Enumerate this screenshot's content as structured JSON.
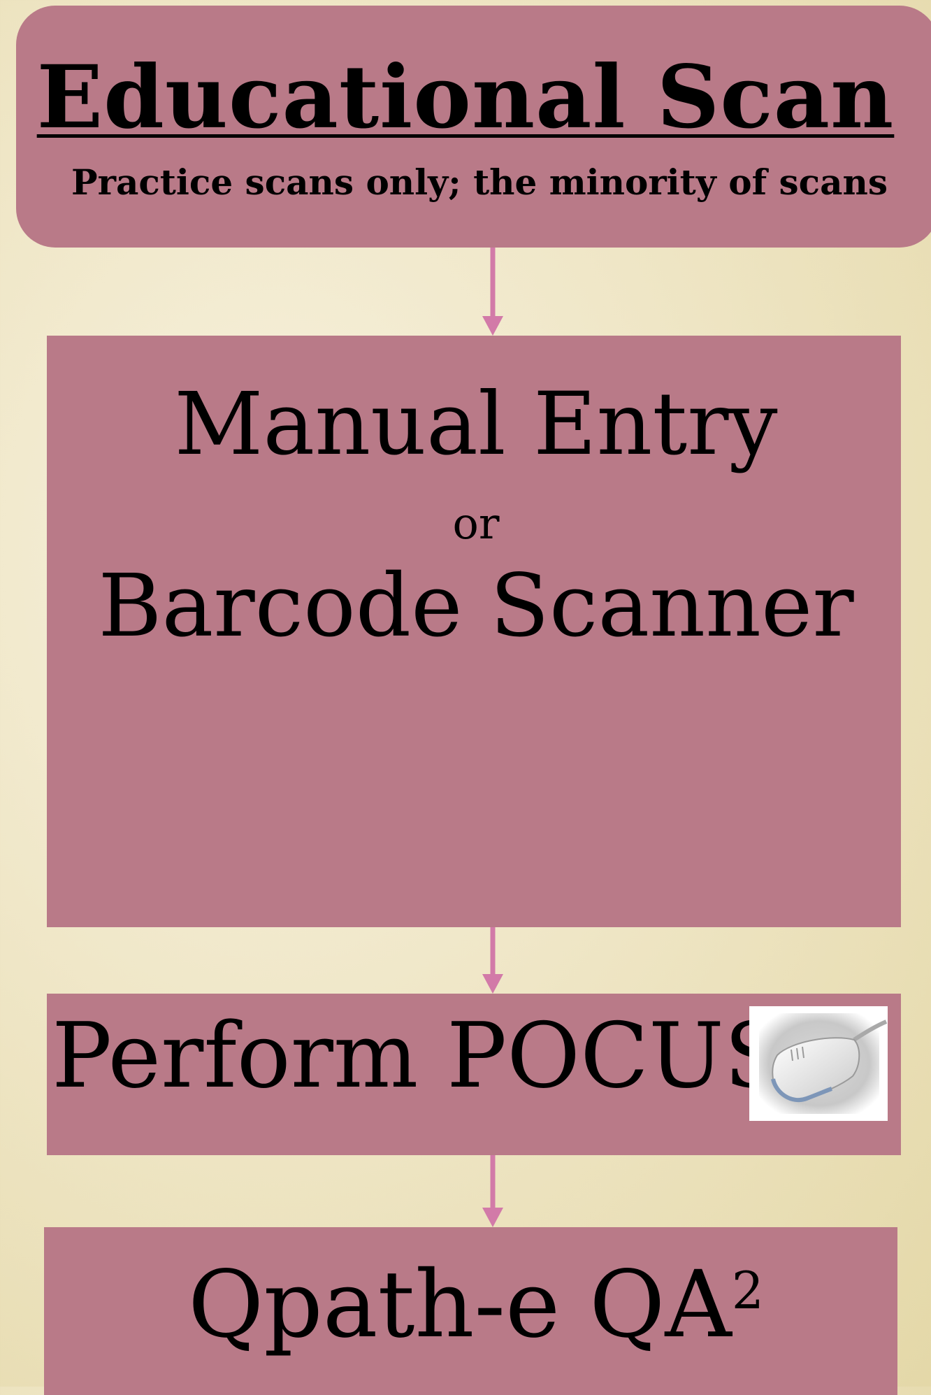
{
  "educational_scan": {
    "title": "Educational Scan",
    "subtitle": "Practice scans only; the minority of scans"
  },
  "manual_entry": {
    "line1": "Manual Entry",
    "connector": "or",
    "line2": "Barcode Scanner"
  },
  "pocus": {
    "label": "Perform POCUS",
    "image_icon": "ultrasound-probe-icon"
  },
  "qpath": {
    "label": "Qpath-e QA",
    "superscript": "2"
  },
  "colors": {
    "box_fill": "#b97a88",
    "arrow": "#d27aa8",
    "background": "#efe6c6"
  }
}
